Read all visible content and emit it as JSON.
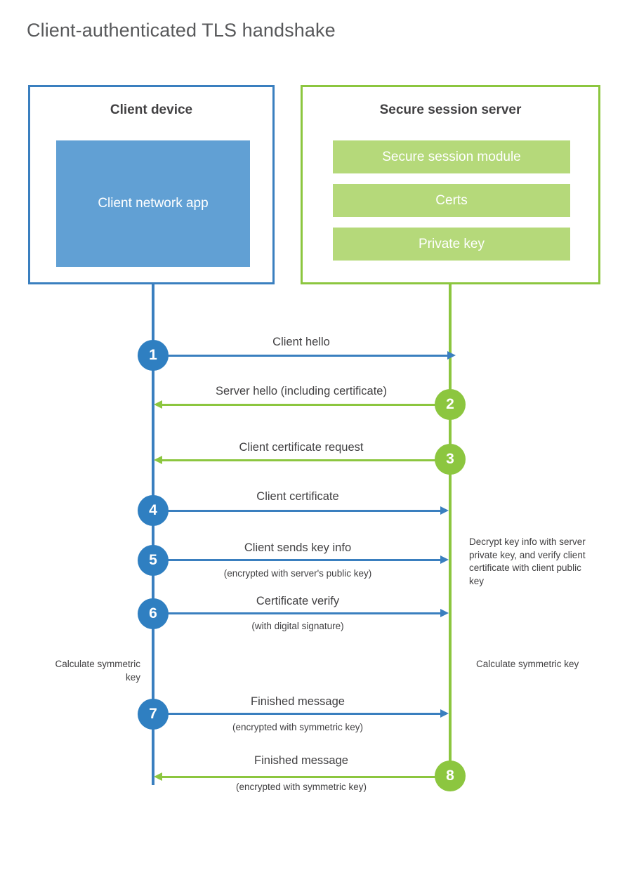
{
  "title": "Client-authenticated TLS handshake",
  "colors": {
    "blue_border": "#3a7fbf",
    "blue_fill": "#61a0d4",
    "blue_circle": "#2f7fc1",
    "green_border": "#8cc63f",
    "green_fill": "#b5d97a",
    "green_circle": "#8cc63f",
    "text": "#414042",
    "title_text": "#58595b",
    "background": "#ffffff"
  },
  "client": {
    "title": "Client device",
    "app_label": "Client network app"
  },
  "server": {
    "title": "Secure session server",
    "components": [
      "Secure session module",
      "Certs",
      "Private key"
    ]
  },
  "steps": [
    {
      "number": "1",
      "label": "Client hello",
      "sub": "",
      "direction": "client-to-server",
      "color": "blue"
    },
    {
      "number": "2",
      "label": "Server hello (including certificate)",
      "sub": "",
      "direction": "server-to-client",
      "color": "green"
    },
    {
      "number": "3",
      "label": "Client certificate request",
      "sub": "",
      "direction": "server-to-client",
      "color": "green"
    },
    {
      "number": "4",
      "label": "Client certificate",
      "sub": "",
      "direction": "client-to-server",
      "color": "blue"
    },
    {
      "number": "5",
      "label": "Client sends key info",
      "sub": "(encrypted with server's public key)",
      "direction": "client-to-server",
      "color": "blue"
    },
    {
      "number": "6",
      "label": "Certificate verify",
      "sub": "(with digital signature)",
      "direction": "client-to-server",
      "color": "blue"
    },
    {
      "number": "7",
      "label": "Finished message",
      "sub": "(encrypted with symmetric key)",
      "direction": "client-to-server",
      "color": "blue"
    },
    {
      "number": "8",
      "label": "Finished message",
      "sub": "(encrypted with symmetric key)",
      "direction": "server-to-client",
      "color": "green"
    }
  ],
  "annotations": {
    "server_decrypt": "Decrypt key info with server private key, and verify client certificate with client public key",
    "client_calculate": "Calculate symmetric key",
    "server_calculate": "Calculate symmetric key"
  }
}
